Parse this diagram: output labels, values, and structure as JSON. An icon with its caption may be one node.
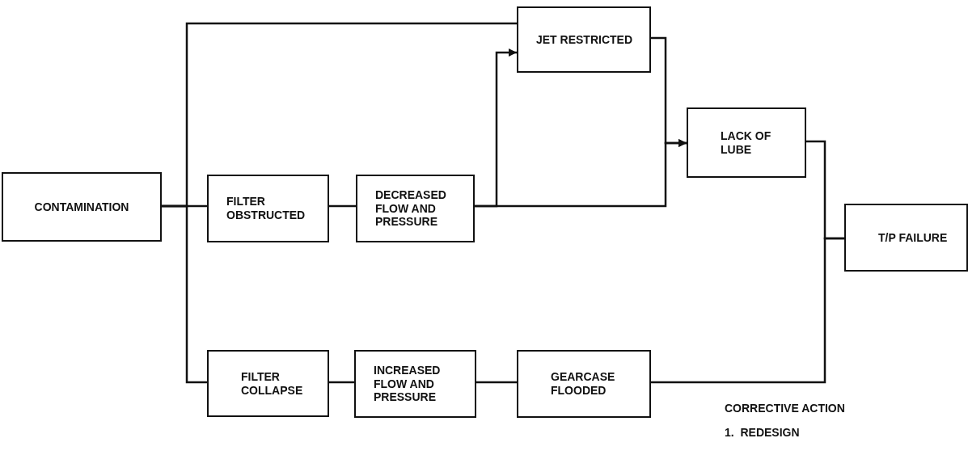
{
  "diagram": {
    "nodes": [
      {
        "text": [
          "CONTAMINATION"
        ]
      },
      {
        "text": [
          "FILTER OBSTRUCTED"
        ]
      },
      {
        "text": [
          "DECREASED FLOW AND PRESSURE"
        ]
      },
      {
        "text": [
          "JET RESTRICTED"
        ]
      },
      {
        "text": [
          "LACK OF LUBE"
        ]
      },
      {
        "text": [
          "T/P FAILURE"
        ]
      },
      {
        "text": [
          "FILTER COLLAPSE"
        ]
      },
      {
        "text": [
          "INCREASED FLOW AND PRESSURE"
        ]
      },
      {
        "text": [
          "GEARCASE FLOODED"
        ]
      }
    ],
    "edges": [
      {
        "from": 0,
        "to": 1,
        "arrow": "none"
      },
      {
        "from": 0,
        "to": 3,
        "arrow": "none"
      },
      {
        "from": 0,
        "to": 6,
        "arrow": "none"
      },
      {
        "from": 1,
        "to": 2,
        "arrow": "none"
      },
      {
        "from": 2,
        "to": 3,
        "arrow": "to"
      },
      {
        "from": 2,
        "to": 4,
        "arrow": "to"
      },
      {
        "from": 3,
        "to": 4,
        "arrow": "to"
      },
      {
        "from": 4,
        "to": 5,
        "arrow": "none"
      },
      {
        "from": 6,
        "to": 7,
        "arrow": "none"
      },
      {
        "from": 7,
        "to": 8,
        "arrow": "none"
      },
      {
        "from": 8,
        "to": 5,
        "arrow": "none"
      }
    ],
    "labels": [
      "CORRECTIVE ACTION",
      "1.  REDESIGN"
    ]
  }
}
